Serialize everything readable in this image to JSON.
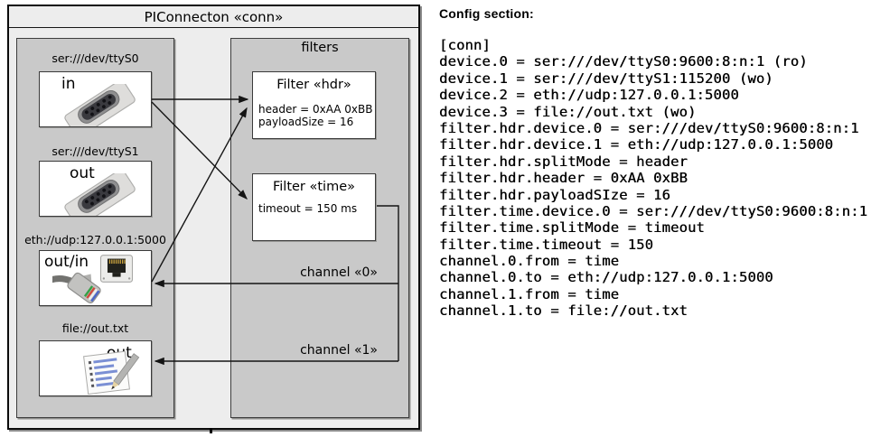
{
  "diagram": {
    "title": "PIConnecton «conn»",
    "devices": [
      {
        "label": "ser:///dev/ttyS0",
        "direction": "in",
        "icon": "db9-serial-connector"
      },
      {
        "label": "ser:///dev/ttyS1",
        "direction": "out",
        "icon": "db9-serial-connector"
      },
      {
        "label": "eth://udp:127.0.0.1:5000",
        "direction": "out/in",
        "icon": "rj45-jack-and-ethernet-cable"
      },
      {
        "label": "file://out.txt",
        "direction": "out",
        "icon": "notepad-with-pencil"
      }
    ],
    "filters_title": "filters",
    "filters": [
      {
        "title": "Filter «hdr»",
        "attrs": [
          "header = 0xAA 0xBB",
          "payloadSize = 16"
        ]
      },
      {
        "title": "Filter «time»",
        "attrs": [
          "timeout = 150 ms"
        ]
      }
    ],
    "channels": [
      {
        "label": "channel «0»"
      },
      {
        "label": "channel «1»"
      }
    ],
    "colors": {
      "outer_bg": "#ededed",
      "panel_bg": "#c9c9c9",
      "box_bg": "#ffffff",
      "line": "#141414"
    }
  },
  "config": {
    "heading": "Config section:",
    "lines": [
      "[conn]",
      "device.0 = ser:///dev/ttyS0:9600:8:n:1 (ro)",
      "device.1 = ser:///dev/ttyS1:115200 (wo)",
      "device.2 = eth://udp:127.0.0.1:5000",
      "device.3 = file://out.txt (wo)",
      "filter.hdr.device.0 = ser:///dev/ttyS0:9600:8:n:1",
      "filter.hdr.device.1 = eth://udp:127.0.0.1:5000",
      "filter.hdr.splitMode = header",
      "filter.hdr.header = 0xAA 0xBB",
      "filter.hdr.payloadSIze = 16",
      "filter.time.device.0 = ser:///dev/ttyS0:9600:8:n:1",
      "filter.time.splitMode = timeout",
      "filter.time.timeout = 150",
      "channel.0.from = time",
      "channel.0.to = eth://udp:127.0.0.1:5000",
      "channel.1.from = time",
      "channel.1.to = file://out.txt"
    ]
  }
}
